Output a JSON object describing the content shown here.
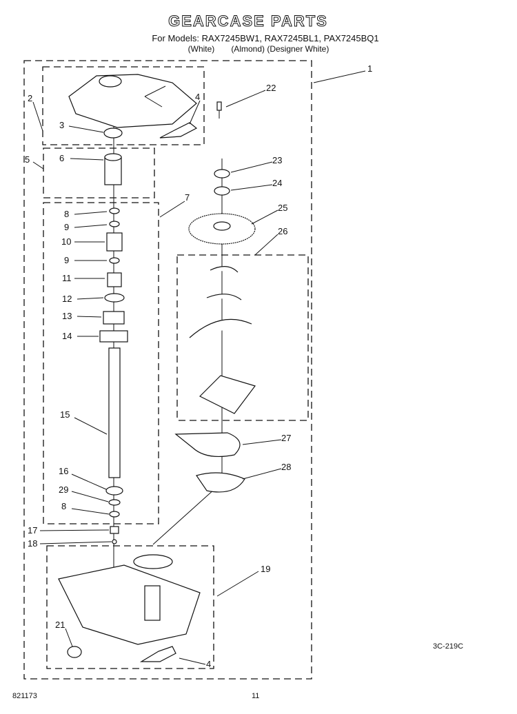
{
  "header": {
    "title": "GEARCASE PARTS",
    "models": "For Models: RAX7245BW1, RAX7245BL1, PAX7245BQ1",
    "colors": [
      "(White)",
      "(Almond) (Designer White)"
    ]
  },
  "callouts": [
    "1",
    "2",
    "3",
    "4",
    "22",
    "5",
    "6",
    "23",
    "24",
    "25",
    "26",
    "7",
    "8",
    "9",
    "10",
    "9",
    "11",
    "12",
    "13",
    "14",
    "15",
    "27",
    "28",
    "16",
    "29",
    "8",
    "17",
    "18",
    "19",
    "21",
    "4"
  ],
  "footer": {
    "diagram_code": "3C-219C",
    "doc_number": "821173",
    "page_number": "11"
  }
}
